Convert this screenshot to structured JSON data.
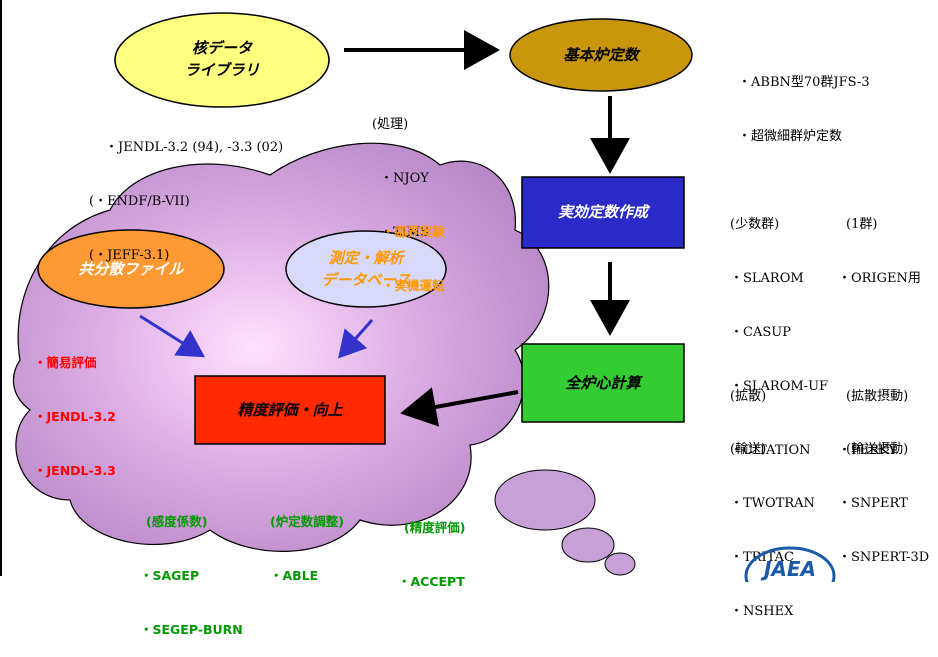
{
  "colors": {
    "nuclear_library": "#ffff80",
    "basic_constants": "#c8960a",
    "effective_constants": "#2a2ac8",
    "core_calc": "#33cc33",
    "accuracy": "#ff2a00",
    "covariance": "#ff9933",
    "measurement_db": "#d8d8f8",
    "cloud": "#c8a0d8",
    "green_text": "#009900",
    "orange_text": "#ff9900",
    "red_text": "#ff0000",
    "arrow_blue": "#3333cc"
  },
  "nodes": {
    "nuclear_library": {
      "line1": "核データ",
      "line2": "ライブラリ"
    },
    "basic_constants": {
      "label": "基本炉定数"
    },
    "effective_constants": {
      "label": "実効定数作成"
    },
    "core_calc": {
      "label": "全炉心計算"
    },
    "accuracy": {
      "label": "精度評価・向上"
    },
    "covariance": {
      "label": "共分散ファイル"
    },
    "measurement_db": {
      "line1": "測定・解析",
      "line2": "データベース"
    }
  },
  "notes": {
    "libraries": [
      "・JENDL-3.2 (94), -3.3 (02)",
      "(・ENDF/B-VII)",
      "(・JEFF-3.1)"
    ],
    "processing": [
      "(処理)",
      "・NJOY",
      "・TIMS"
    ],
    "basic": [
      "・ABBN型70群JFS-3",
      "・超微細群炉定数"
    ],
    "few_group": [
      "(少数群)",
      "・SLAROM",
      "・CASUP",
      "・SLAROM-UF"
    ],
    "one_group": [
      "(1群)",
      "・ORIGEN用"
    ],
    "diffusion": [
      "(拡散)",
      "・CITATION"
    ],
    "diffusion_perturb": [
      "(拡散摂動)",
      "・PERKY"
    ],
    "transport": [
      "(輸送)",
      "・TWOTRAN",
      "・TRITAC",
      "・NSHEX"
    ],
    "transport_perturb": [
      "(輸送摂動)",
      "・SNPERT",
      "・SNPERT-3D"
    ],
    "critical": [
      "・臨界実験",
      "・実機運転"
    ],
    "simple_eval": [
      "・簡易評価",
      "・JENDL-3.2",
      "・JENDL-3.3"
    ],
    "sensitivity": [
      "(感度係数)",
      "・SAGEP",
      "・SEGEP-BURN"
    ],
    "adjustment": [
      "(炉定数調整)",
      "・ABLE"
    ],
    "accuracy_eval": [
      "(精度評価)",
      "・ACCEPT"
    ]
  },
  "logo": {
    "text": "JAEA",
    "color": "#1a5aa8"
  }
}
